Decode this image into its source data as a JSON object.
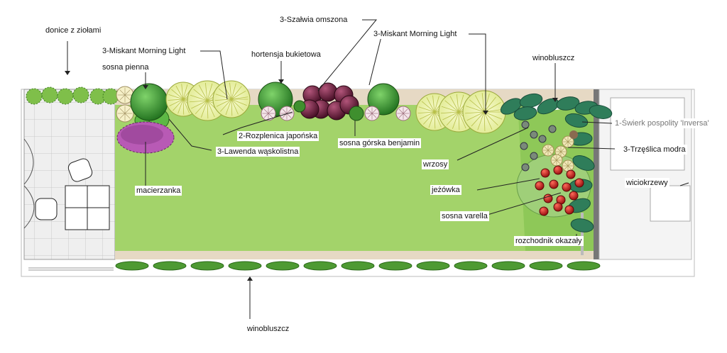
{
  "labels": {
    "herb_pots": "donice z ziołami",
    "miscanthus_left": "3-Miskant Morning Light",
    "pine_standard": "sosna pienna",
    "salvia": "3-Szałwia omszona",
    "hydrangea": "hortensja bukietowa",
    "miscanthus_right": "3-Miskant Morning Light",
    "virginia_creeper_top": "winobluszcz",
    "spruce": "1-Świerk pospolity 'Inversa'",
    "pennisetum": "2-Rozplenica japońska",
    "lavender": "3-Lawenda wąskolistna",
    "mountain_pine": "sosna górska benjamin",
    "thyme": "macierzanka",
    "heather": "wrzosy",
    "tradescantia": "3-Trzęślica modra",
    "echinacea": "jeżówka",
    "honeysuckle": "wiciokrzewy",
    "pine_varella": "sosna varella",
    "sedum": "rozchodnik okazały",
    "virginia_creeper_bottom": "winobluszcz"
  },
  "colors": {
    "lawn": "#a3d36a",
    "path": "#e6d9c4",
    "paving": "#eeeeee",
    "grass_clump": "#eef3a8",
    "hydrangea": "#6b1f3a",
    "pine_dark": "#2f8a2c",
    "shrub": "#5aa83e",
    "echinacea": "#c62b2b",
    "lavender": "#b85ab5"
  }
}
